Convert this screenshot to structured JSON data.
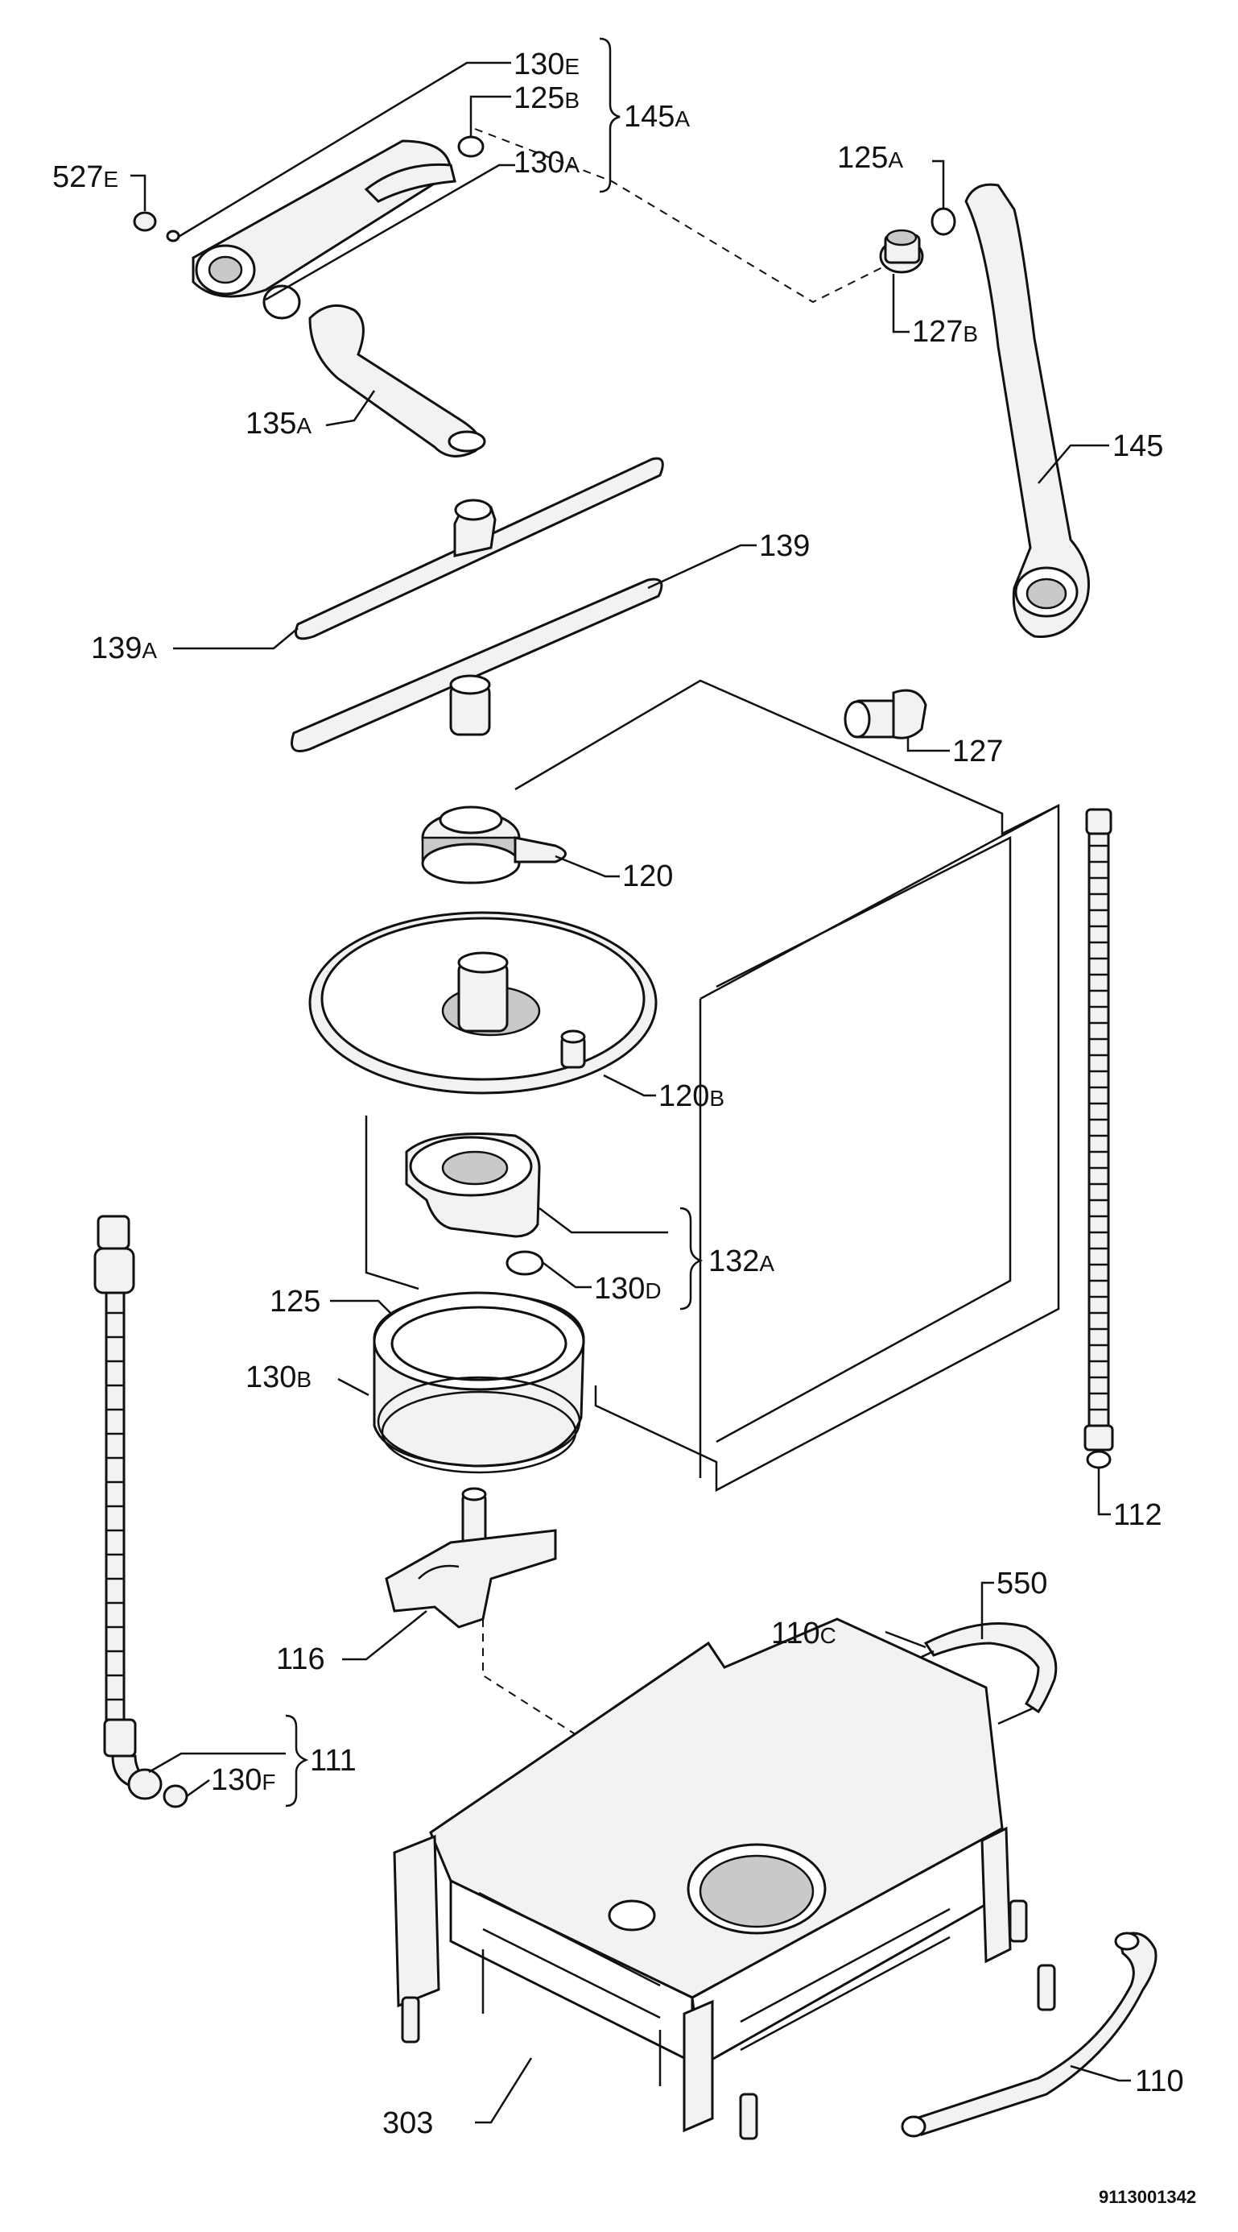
{
  "diagram": {
    "reference_code": "9113001342",
    "labels": {
      "l_130E": {
        "main": "130",
        "suffix": "E"
      },
      "l_125B": {
        "main": "125",
        "suffix": "B"
      },
      "l_130A": {
        "main": "130",
        "suffix": "A"
      },
      "l_145A": {
        "main": "145",
        "suffix": "A"
      },
      "l_527E": {
        "main": "527",
        "suffix": "E"
      },
      "l_125A": {
        "main": "125",
        "suffix": "A"
      },
      "l_127B": {
        "main": "127",
        "suffix": "B"
      },
      "l_135A": {
        "main": "135",
        "suffix": "A"
      },
      "l_145": {
        "main": "145",
        "suffix": ""
      },
      "l_139": {
        "main": "139",
        "suffix": ""
      },
      "l_139A": {
        "main": "139",
        "suffix": "A"
      },
      "l_127": {
        "main": "127",
        "suffix": ""
      },
      "l_120": {
        "main": "120",
        "suffix": ""
      },
      "l_120B": {
        "main": "120",
        "suffix": "B"
      },
      "l_132A": {
        "main": "132",
        "suffix": "A"
      },
      "l_130D": {
        "main": "130",
        "suffix": "D"
      },
      "l_125": {
        "main": "125",
        "suffix": ""
      },
      "l_130B": {
        "main": "130",
        "suffix": "B"
      },
      "l_112": {
        "main": "112",
        "suffix": ""
      },
      "l_116": {
        "main": "116",
        "suffix": ""
      },
      "l_550": {
        "main": "550",
        "suffix": ""
      },
      "l_110C": {
        "main": "110",
        "suffix": "C"
      },
      "l_130F": {
        "main": "130",
        "suffix": "F"
      },
      "l_111": {
        "main": "111",
        "suffix": ""
      },
      "l_303": {
        "main": "303",
        "suffix": ""
      },
      "l_110": {
        "main": "110",
        "suffix": ""
      }
    }
  }
}
